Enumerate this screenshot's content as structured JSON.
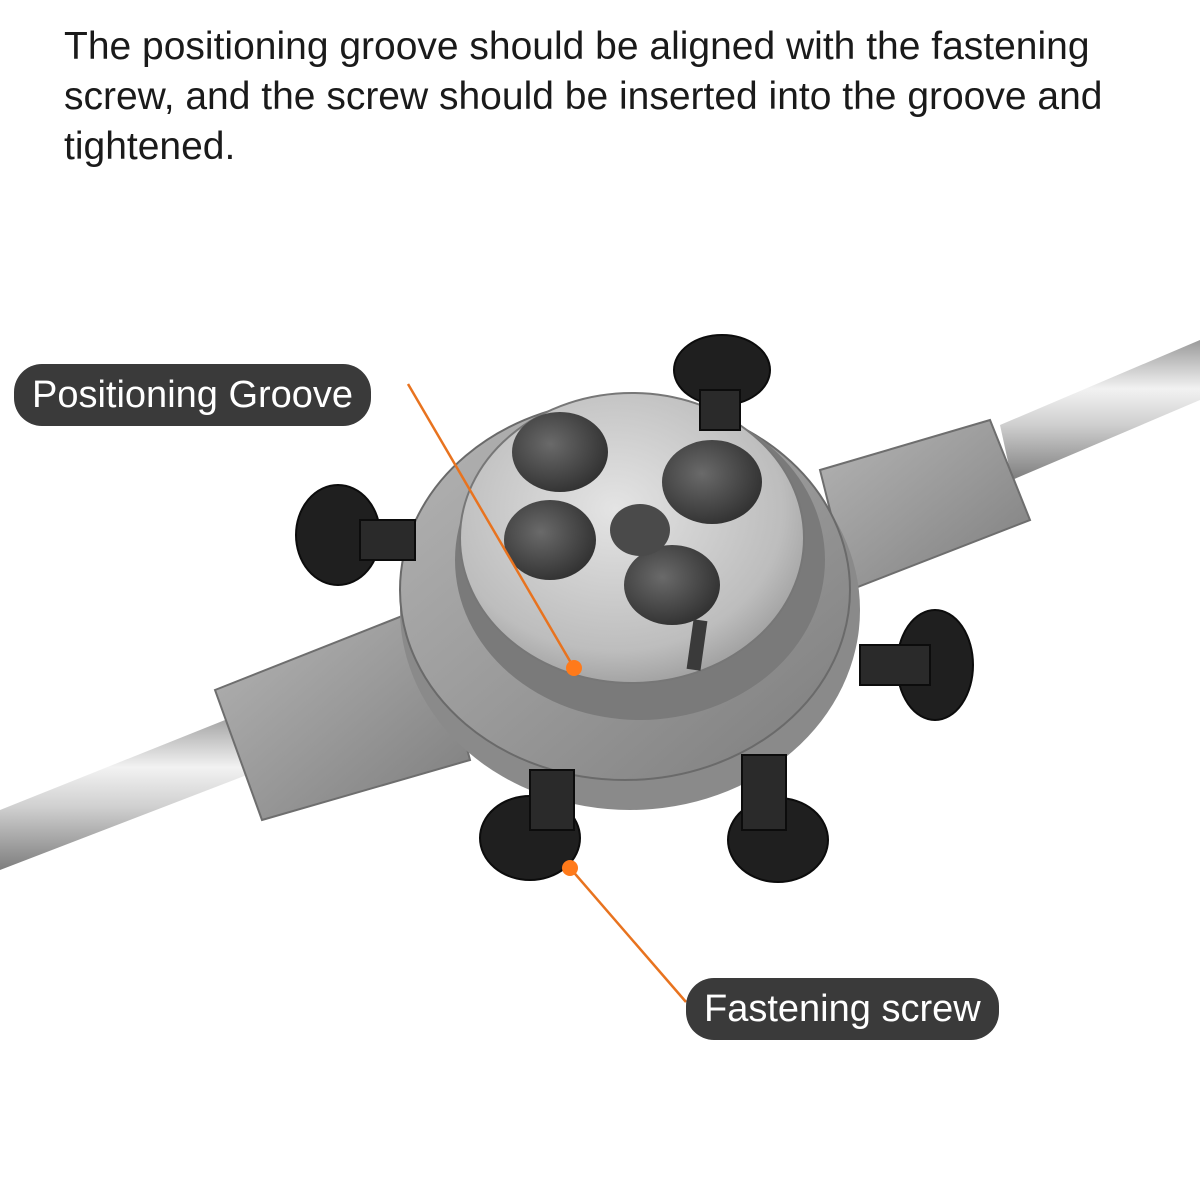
{
  "caption": "The positioning groove should be aligned with the fastening screw, and the screw should be inserted into the groove and tightened.",
  "callouts": {
    "groove_label": "Positioning Groove",
    "screw_label": "Fastening screw"
  },
  "colors": {
    "callout_bg": "#3a3a3a",
    "leader_line": "#e8731f",
    "marker_dot": "#ff7a1a"
  }
}
